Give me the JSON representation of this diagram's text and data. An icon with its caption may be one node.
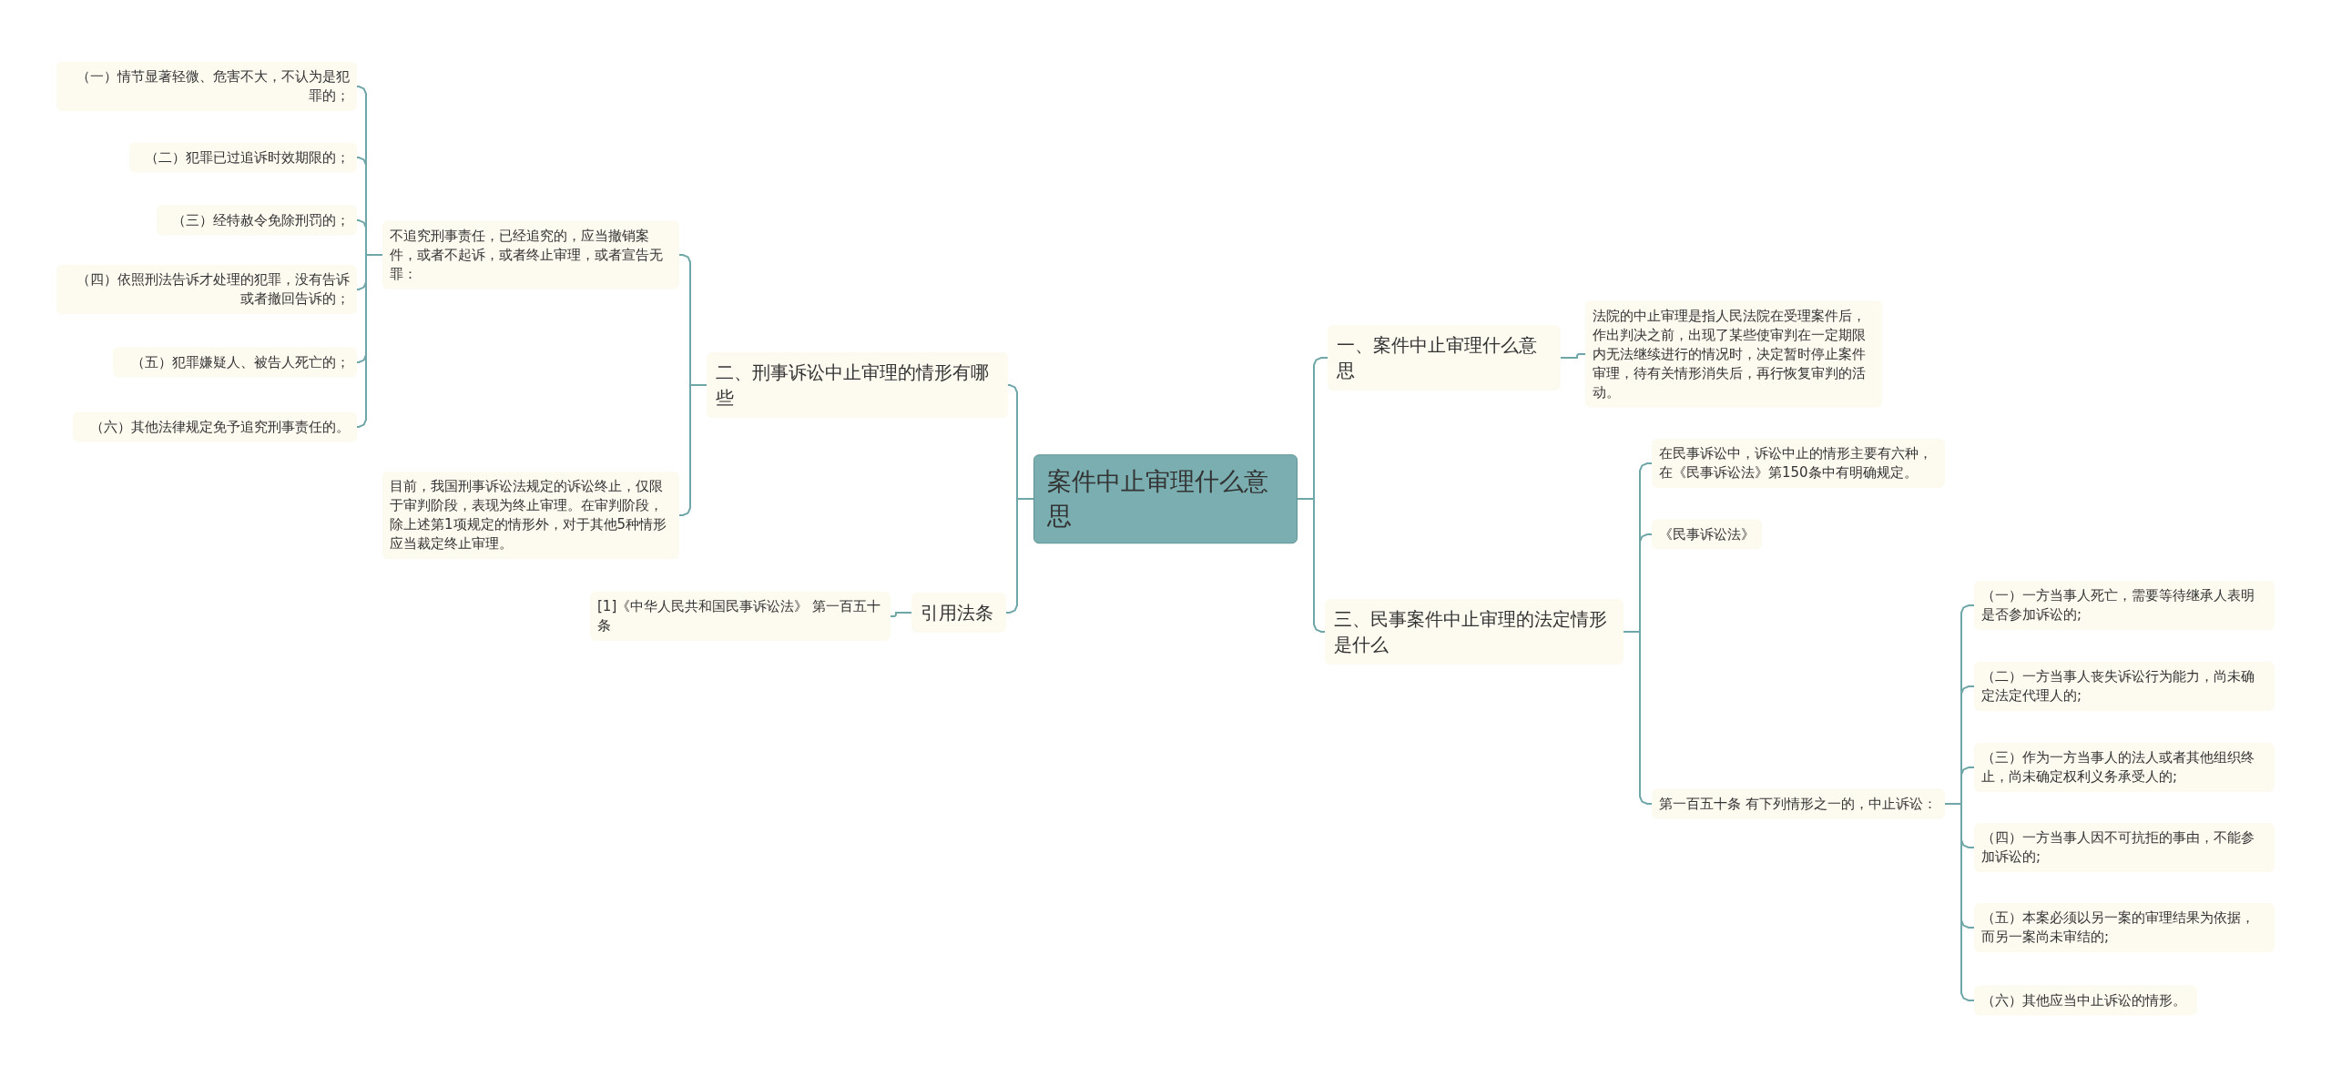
{
  "diagram": {
    "nodes": [
      {
        "text": [
          "案件中止审理什么意思"
        ]
      },
      {
        "text": [
          "一、案件中止审理什么意思"
        ]
      },
      {
        "text": [
          "法院的中止审理是指人民法院在受理案件后，作出判决之前，出现了某些使审判在一定期限内无法继续进行的情况时，决定暂时停止案件审理，待有关情形消失后，再行恢复审判的活动。"
        ]
      },
      {
        "text": [
          "三、民事案件中止审理的法定情形是什么"
        ]
      },
      {
        "text": [
          "在民事诉讼中，诉讼中止的情形主要有六种，在《民事诉讼法》第150条中有明确规定。"
        ]
      },
      {
        "text": [
          "《民事诉讼法》"
        ]
      },
      {
        "text": [
          "第一百五十条 有下列情形之一的，中止诉讼："
        ]
      },
      {
        "text": [
          "（一）一方当事人死亡，需要等待继承人表明是否参加诉讼的;"
        ]
      },
      {
        "text": [
          "（二）一方当事人丧失诉讼行为能力，尚未确定法定代理人的;"
        ]
      },
      {
        "text": [
          "（三）作为一方当事人的法人或者其他组织终止，尚未确定权利义务承受人的;"
        ]
      },
      {
        "text": [
          "（四）一方当事人因不可抗拒的事由，不能参加诉讼的;"
        ]
      },
      {
        "text": [
          "（五）本案必须以另一案的审理结果为依据，而另一案尚未审结的;"
        ]
      },
      {
        "text": [
          "（六）其他应当中止诉讼的情形。"
        ]
      },
      {
        "text": [
          "二、刑事诉讼中止审理的情形有哪些"
        ]
      },
      {
        "text": [
          "不追究刑事责任，已经追究的，应当撤销案件，或者不起诉，或者终止审理，或者宣告无罪："
        ]
      },
      {
        "text": [
          "（一）情节显著轻微、危害不大，不认为是犯罪的；"
        ]
      },
      {
        "text": [
          "（二）犯罪已过追诉时效期限的；"
        ]
      },
      {
        "text": [
          "（三）经特赦令免除刑罚的；"
        ]
      },
      {
        "text": [
          "（四）依照刑法告诉才处理的犯罪，没有告诉或者撤回告诉的；"
        ]
      },
      {
        "text": [
          "（五）犯罪嫌疑人、被告人死亡的；"
        ]
      },
      {
        "text": [
          "（六）其他法律规定免予追究刑事责任的。"
        ]
      },
      {
        "text": [
          "目前，我国刑事诉讼法规定的诉讼终止，仅限于审判阶段，表现为终止审理。在审判阶段，除上述第1项规定的情形外，对于其他5种情形应当裁定终止审理。"
        ]
      },
      {
        "text": [
          "引用法条"
        ]
      },
      {
        "text": [
          "[1]《中华人民共和国民事诉讼法》 第一百五十条"
        ]
      }
    ],
    "edges": [
      {
        "from": 0,
        "to": 1,
        "arrow": "none"
      },
      {
        "from": 1,
        "to": 2,
        "arrow": "none"
      },
      {
        "from": 0,
        "to": 3,
        "arrow": "none"
      },
      {
        "from": 3,
        "to": 4,
        "arrow": "none"
      },
      {
        "from": 3,
        "to": 5,
        "arrow": "none"
      },
      {
        "from": 3,
        "to": 6,
        "arrow": "none"
      },
      {
        "from": 6,
        "to": 7,
        "arrow": "none"
      },
      {
        "from": 6,
        "to": 8,
        "arrow": "none"
      },
      {
        "from": 6,
        "to": 9,
        "arrow": "none"
      },
      {
        "from": 6,
        "to": 10,
        "arrow": "none"
      },
      {
        "from": 6,
        "to": 11,
        "arrow": "none"
      },
      {
        "from": 6,
        "to": 12,
        "arrow": "none"
      },
      {
        "from": 0,
        "to": 13,
        "arrow": "none"
      },
      {
        "from": 13,
        "to": 14,
        "arrow": "none"
      },
      {
        "from": 14,
        "to": 15,
        "arrow": "none"
      },
      {
        "from": 14,
        "to": 16,
        "arrow": "none"
      },
      {
        "from": 14,
        "to": 17,
        "arrow": "none"
      },
      {
        "from": 14,
        "to": 18,
        "arrow": "none"
      },
      {
        "from": 14,
        "to": 19,
        "arrow": "none"
      },
      {
        "from": 14,
        "to": 20,
        "arrow": "none"
      },
      {
        "from": 13,
        "to": 21,
        "arrow": "none"
      },
      {
        "from": 0,
        "to": 22,
        "arrow": "none"
      },
      {
        "from": 22,
        "to": 23,
        "arrow": "none"
      }
    ]
  }
}
